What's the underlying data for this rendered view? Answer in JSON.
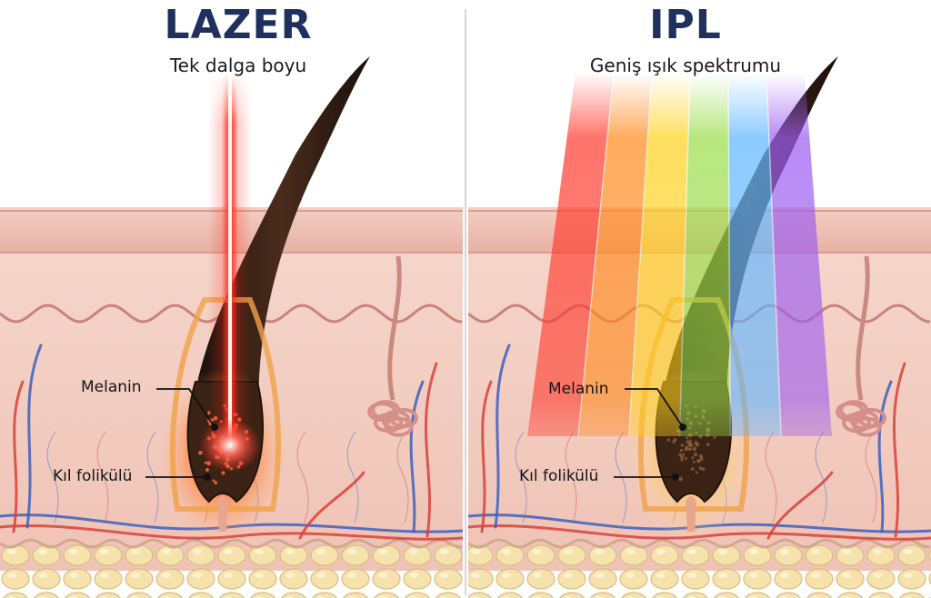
{
  "panels": [
    {
      "title": "LAZER",
      "subtitle": "Tek dalga boyu",
      "labels": {
        "melanin": "Melanin",
        "follicle": "Kıl folikülü"
      }
    },
    {
      "title": "IPL",
      "subtitle": "Geniş ışık spektrumu",
      "labels": {
        "melanin": "Melanin",
        "follicle": "Kıl folikülü"
      }
    }
  ],
  "colors": {
    "title": "#1f2f5e",
    "laser": "#ff2a1a",
    "skin_dermis": "#f3cfc4",
    "skin_epidermis": "#e9b3a8",
    "fat": "#f1dca0",
    "hair": "#2b1a12",
    "vein": "#3b5fbf",
    "artery": "#d9413a",
    "spectrum": [
      "#ff3b2f",
      "#ff8a1e",
      "#ffd21f",
      "#9bdc4a",
      "#5fb6ff",
      "#9b5cf0"
    ]
  }
}
